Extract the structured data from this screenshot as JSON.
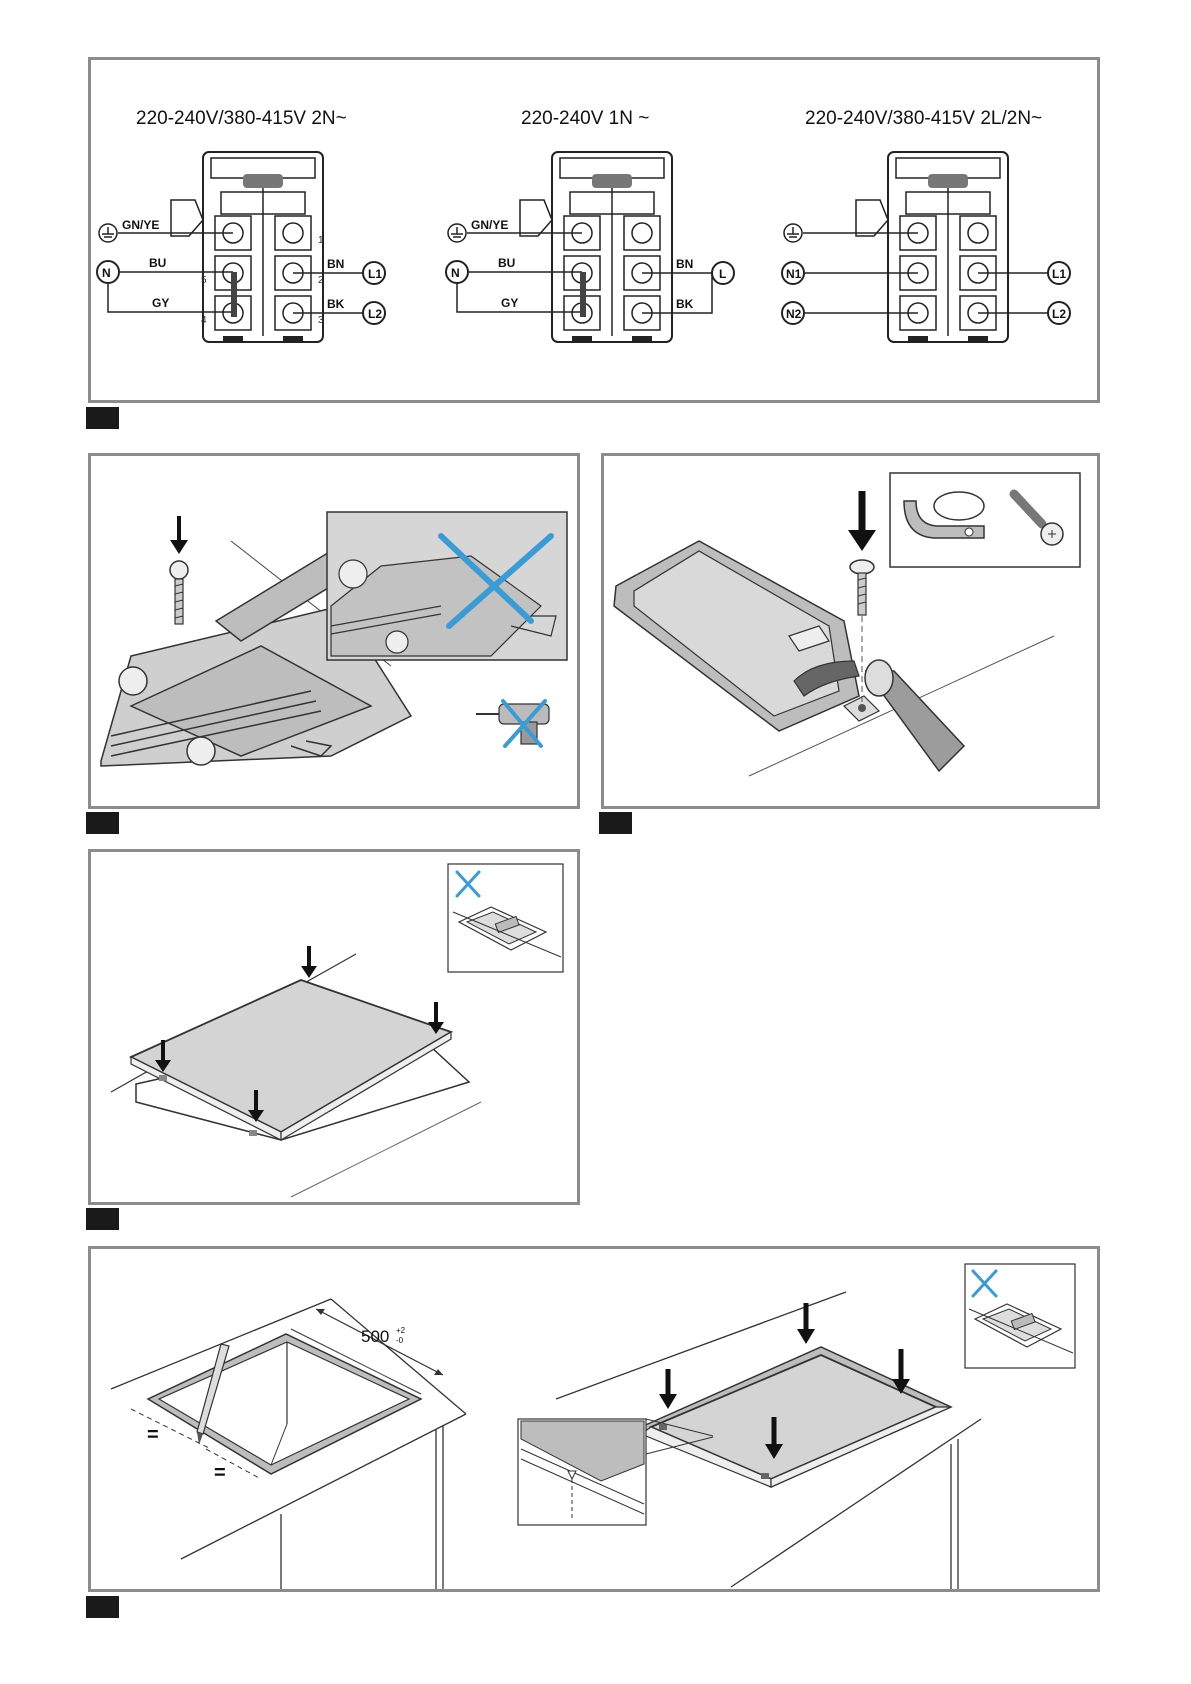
{
  "wiring": {
    "diagrams": [
      {
        "voltage": "220-240V/380-415V 2N~",
        "ground_label": "GN/YE",
        "left_terminal": "N",
        "right_terminals": [
          "L1",
          "L2"
        ],
        "wires": [
          "BU",
          "GY",
          "BN",
          "BK"
        ]
      },
      {
        "voltage": "220-240V 1N ~",
        "ground_label": "GN/YE",
        "left_terminal": "N",
        "right_terminals": [
          "L"
        ],
        "wires": [
          "BU",
          "GY",
          "BN",
          "BK"
        ]
      },
      {
        "voltage": "220-240V/380-415V 2L/2N~",
        "ground_label": "",
        "left_terminals": [
          "N1",
          "N2"
        ],
        "right_terminals": [
          "L1",
          "L2"
        ],
        "wires": []
      }
    ],
    "terminal_numbers": [
      "1",
      "2",
      "3",
      "4",
      "5"
    ]
  },
  "cutout": {
    "dimension": "500",
    "tolerance_plus": "+2",
    "tolerance_minus": "-0",
    "equal_mark": "="
  },
  "icons": [
    "ground-icon",
    "prohibited-cross-icon",
    "screwdriver-icon",
    "screw-icon",
    "cable-clamp-icon",
    "press-arrow-icon"
  ],
  "colors": {
    "prohibited": "#3a9bd5",
    "frame": "#8c8c8c",
    "surface": "#d4d4d4"
  }
}
